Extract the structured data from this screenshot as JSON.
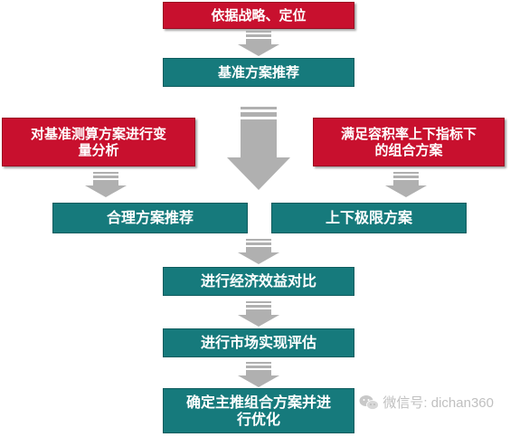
{
  "colors": {
    "red": "#c8102e",
    "teal": "#167a7c",
    "arrow": "#b0b0b0"
  },
  "boxes": {
    "top_red": "依据战略、定位",
    "baseline": "基准方案推荐",
    "left_red_line1": "对基准测算方案进行变",
    "left_red_line2": "量分析",
    "right_red_line1": "满足容积率上下指标下",
    "right_red_line2": "的组合方案",
    "reasonable": "合理方案推荐",
    "limits": "上下极限方案",
    "economic": "进行经济效益对比",
    "market": "进行市场实现评估",
    "final_line1": "确定主推组合方案并进",
    "final_line2": "行优化"
  },
  "watermark": {
    "text": "微信号: dichan360",
    "icon": "wechat-icon"
  }
}
